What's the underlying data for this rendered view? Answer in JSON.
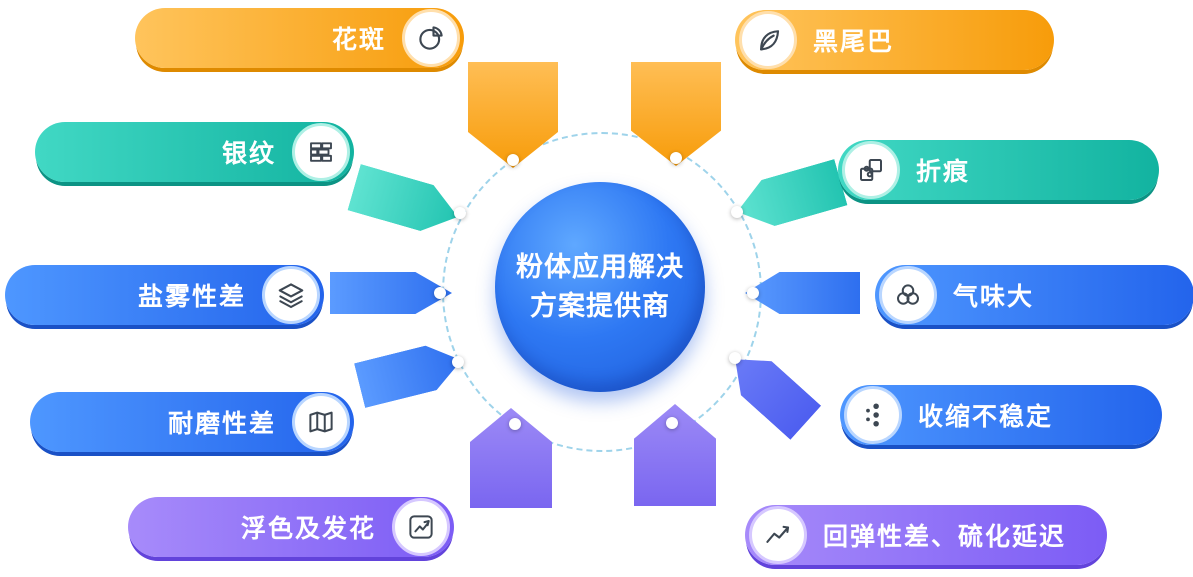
{
  "center": {
    "line1": "粉体应用解决",
    "line2": "方案提供商",
    "color": "#2E6BE6"
  },
  "nodes": [
    {
      "label": "花斑",
      "icon": "pie-chart-icon",
      "color": "#F79C0A",
      "side": "left"
    },
    {
      "label": "黑尾巴",
      "icon": "leaf-icon",
      "color": "#F79C0A",
      "side": "right"
    },
    {
      "label": "银纹",
      "icon": "bricks-icon",
      "color": "#14B8A6",
      "side": "left"
    },
    {
      "label": "折痕",
      "icon": "puzzle-icon",
      "color": "#14B8A6",
      "side": "right"
    },
    {
      "label": "盐雾性差",
      "icon": "layers-icon",
      "color": "#2F7BF6",
      "side": "left"
    },
    {
      "label": "气味大",
      "icon": "circles-icon",
      "color": "#2F7BF6",
      "side": "right"
    },
    {
      "label": "耐磨性差",
      "icon": "map-icon",
      "color": "#2F7BF6",
      "side": "left"
    },
    {
      "label": "收缩不稳定",
      "icon": "dots-icon",
      "color": "#2F7BF6",
      "side": "right"
    },
    {
      "label": "浮色及发花",
      "icon": "trend-arrow-icon",
      "color": "#7C5CF5",
      "side": "left"
    },
    {
      "label": "回弹性差、硫化延迟",
      "icon": "line-chart-icon",
      "color": "#7C5CF5",
      "side": "right"
    }
  ]
}
